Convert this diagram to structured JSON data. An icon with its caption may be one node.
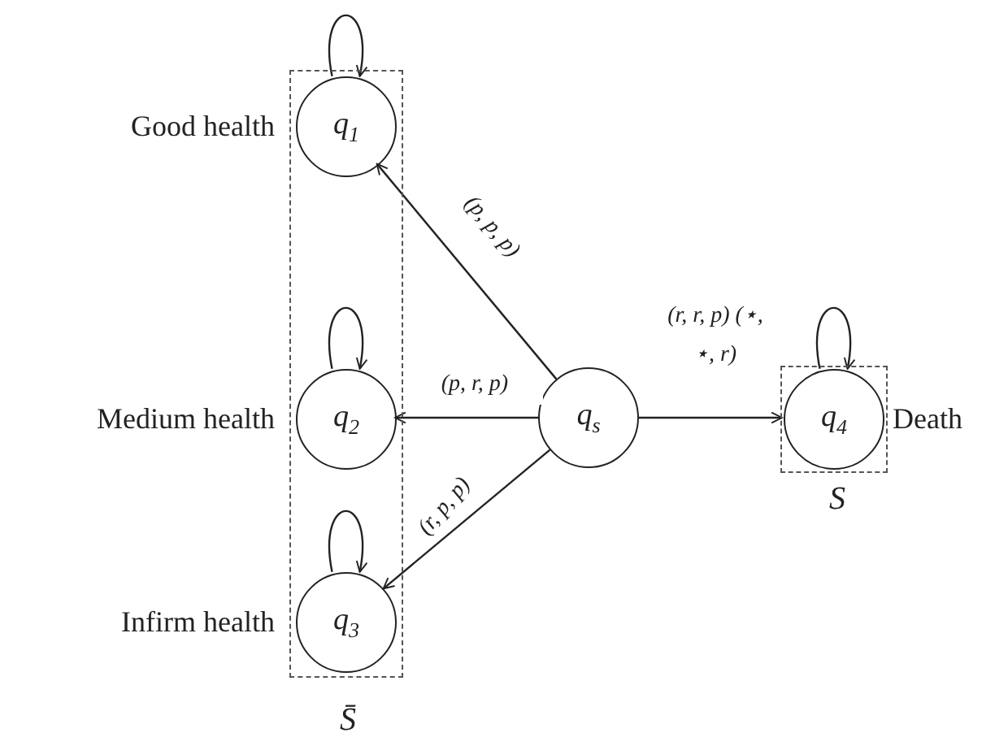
{
  "diagram": {
    "nodes": [
      {
        "text": [
          "S̄"
        ]
      },
      {
        "text": [
          "*q*$_{1}$"
        ],
        "in": 0,
        "beside": [
          "Good health"
        ]
      },
      {
        "text": [
          "*q*$_{2}$"
        ],
        "in": 0,
        "beside": [
          "Medium health"
        ]
      },
      {
        "text": [
          "*q*$_{3}$"
        ],
        "in": 0,
        "beside": [
          "Infirm health"
        ]
      },
      {
        "text": [
          "*q*$_{s}$"
        ]
      },
      {
        "text": [
          "S"
        ]
      },
      {
        "text": [
          "*q*$_{4}$"
        ],
        "in": 5,
        "beside": [
          "Death"
        ]
      }
    ],
    "edges": [
      {
        "from": 1,
        "to": 1,
        "arrow": "to"
      },
      {
        "from": 2,
        "to": 2,
        "arrow": "to"
      },
      {
        "from": 3,
        "to": 3,
        "arrow": "to"
      },
      {
        "from": 6,
        "to": 6,
        "arrow": "to"
      },
      {
        "from": 4,
        "to": 1,
        "arrow": "to",
        "label": "(p, p, p)"
      },
      {
        "from": 4,
        "to": 2,
        "arrow": "to",
        "label": "(p, r, p)"
      },
      {
        "from": 4,
        "to": 3,
        "arrow": "to",
        "label": "(r, p, p)"
      },
      {
        "from": 4,
        "to": 6,
        "arrow": "to",
        "label": "(r, r, p) (⋆, ⋆, r)"
      }
    ]
  }
}
